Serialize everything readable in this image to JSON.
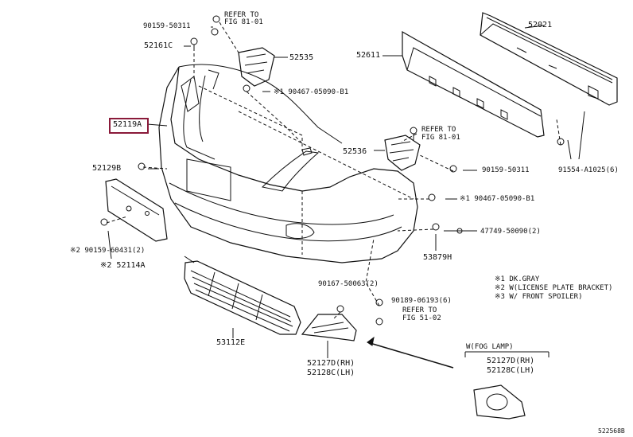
{
  "diagram_id": "522568B",
  "parts": {
    "p52021": "52021",
    "p52611": "52611",
    "p52535": "52535",
    "p52161C": "52161C",
    "p90159_50311_top": "90159-50311",
    "refer_top_1": "REFER TO",
    "refer_top_2": "FIG 81-01",
    "p90467_top": "※1 90467-05090-B1",
    "p52119A": "52119A",
    "refer_mid_1": "REFER TO",
    "refer_mid_2": "FIG 81-01",
    "p52536": "52536",
    "p90159_50311_mid": "90159-50311",
    "p91554": "91554-A1025(6)",
    "p52129B": "52129B",
    "p90467_mid": "※1 90467-05090-B1",
    "p47749": "47749-50090(2)",
    "p53879H": "53879H",
    "p90159_60431": "※2 90159-60431(2)",
    "p52114A": "※2 52114A",
    "p90167": "90167-50063(2)",
    "p90189": "90189-06193(6)",
    "refer_low_1": "REFER TO",
    "refer_low_2": "FIG 51-02",
    "p53112E": "53112E",
    "p52127D_rh": "52127D(RH)",
    "p52128C_lh": "52128C(LH)",
    "fog_title": "W(FOG LAMP)",
    "fog_52127D": "52127D(RH)",
    "fog_52128C": "52128C(LH)"
  },
  "legend": {
    "l1": "※1 DK.GRAY",
    "l2": "※2 W(LICENSE PLATE BRACKET)",
    "l3": "※3 W/ FRONT SPOILER)"
  },
  "highlight_color": "#8a1a3a"
}
